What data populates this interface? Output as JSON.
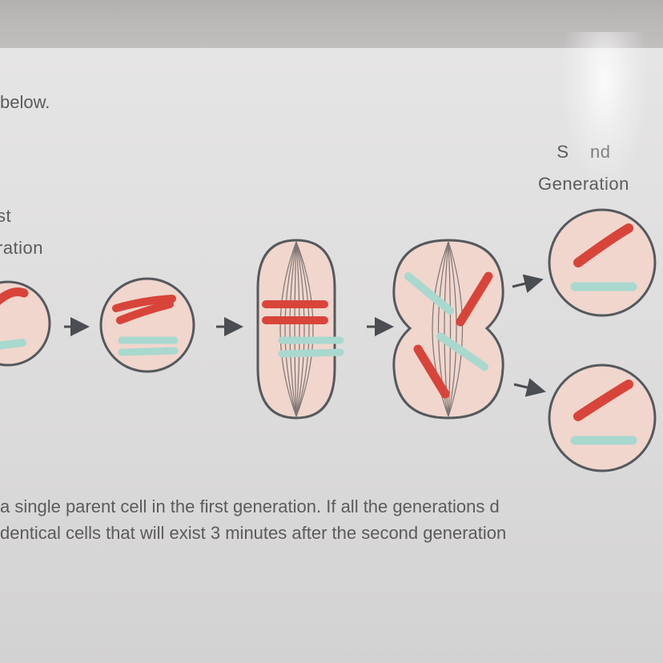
{
  "intro_text": "below.",
  "labels": {
    "first_line1": "st",
    "first_line2": "ration",
    "second_line1": "S    nd",
    "second_line2": "Generation"
  },
  "question": {
    "line1": "a single parent cell in the first generation. If all the generations d",
    "line2": "dentical cells that will exist 3 minutes after the second generation"
  },
  "colors": {
    "cell_fill": "#f0d6cd",
    "cell_outline": "#55595d",
    "chromosome_red": "#d8443a",
    "chromosome_teal": "#a9d8cf"
  },
  "icons": [
    "arrow-right-icon",
    "arrow-up-right-icon",
    "arrow-down-right-icon"
  ]
}
